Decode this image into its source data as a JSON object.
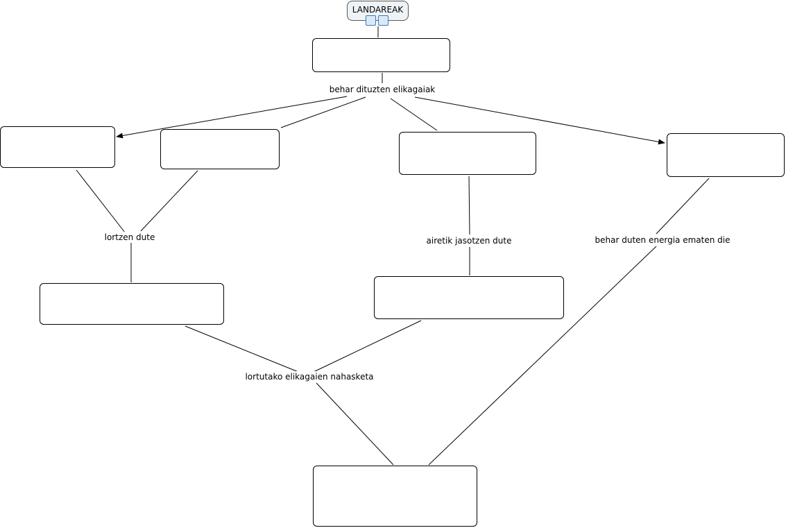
{
  "root": {
    "label": "LANDAREAK",
    "icons": [
      "image-icon",
      "document-icon"
    ]
  },
  "link_labels": {
    "behar": "behar dituzten elikagaiak",
    "lortzen": "lortzen dute",
    "airetik": "airetik jasotzen dute",
    "energia": "behar duten energia ematen die",
    "nahasketa": "lortutako elikagaien nahasketa"
  },
  "concepts": [
    "",
    "",
    "",
    "",
    "",
    "",
    "",
    ""
  ]
}
